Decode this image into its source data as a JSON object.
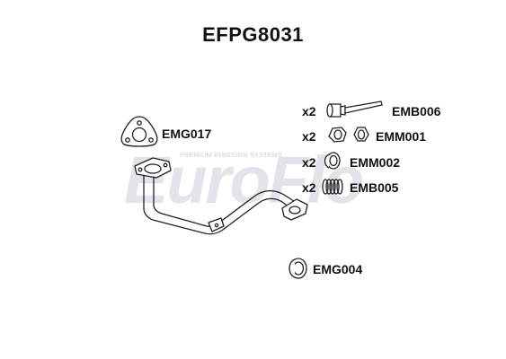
{
  "title": "EFPG8031",
  "watermark": {
    "brand": "EuroFlo",
    "tagline": "PREMIUM EMISSION SYSTEMS",
    "accent_color": "#f3c9b8",
    "text_color": "#e2e4ea"
  },
  "parts": [
    {
      "code": "EMG017",
      "qty": ""
    },
    {
      "code": "EMB006",
      "qty": "x2"
    },
    {
      "code": "EMM001",
      "qty": "x2"
    },
    {
      "code": "EMM002",
      "qty": "x2"
    },
    {
      "code": "EMB005",
      "qty": "x2"
    },
    {
      "code": "EMG004",
      "qty": ""
    }
  ],
  "main_part": {
    "icon": "exhaust-front-pipe-icon"
  }
}
